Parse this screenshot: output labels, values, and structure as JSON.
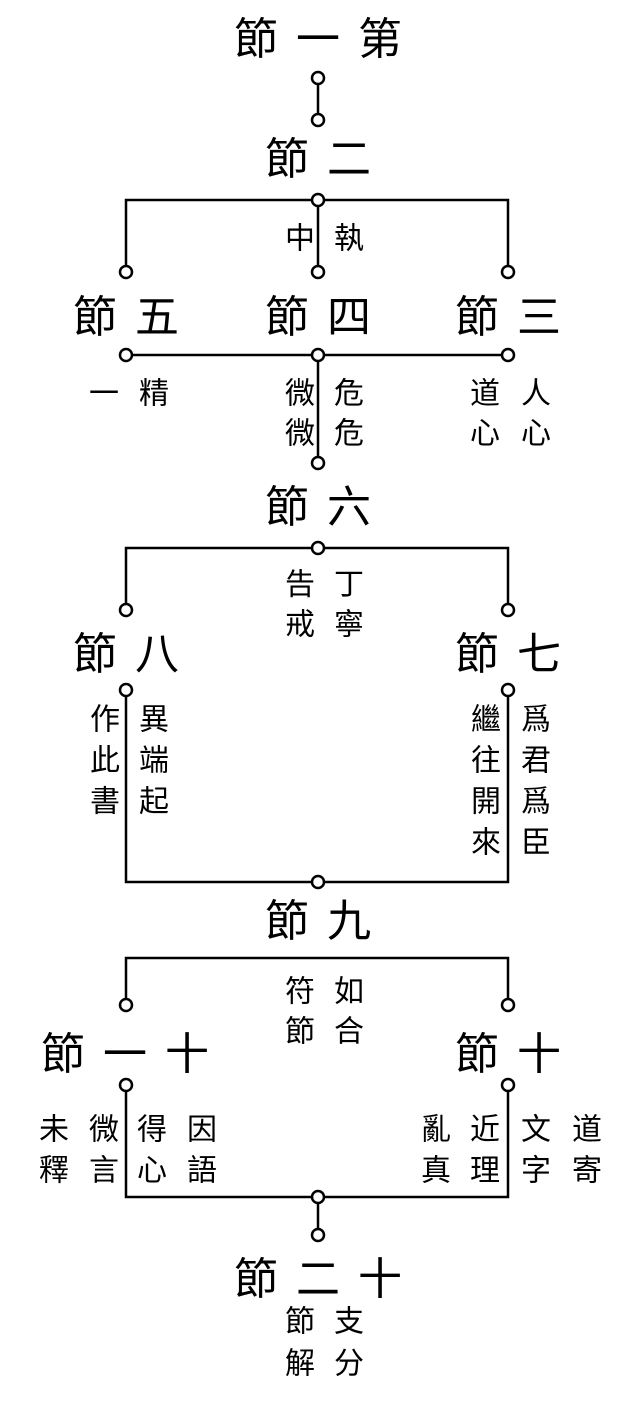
{
  "headings": {
    "s1": "節一第",
    "s2": "節二",
    "s5": "節五",
    "s4": "節四",
    "s3": "節三",
    "s6": "節六",
    "s8": "節八",
    "s7": "節七",
    "s9": "節九",
    "s11": "節一十",
    "s10": "節十",
    "s12": "節二十"
  },
  "notes": {
    "s2": [
      "中",
      "執"
    ],
    "s5": [
      "一",
      "精"
    ],
    "s4_r1": [
      "微",
      "危"
    ],
    "s4_r2": [
      "微",
      "危"
    ],
    "s3_r1": [
      "道",
      "人"
    ],
    "s3_r2": [
      "心",
      "心"
    ],
    "s6_r1": [
      "告",
      "丁"
    ],
    "s6_r2": [
      "戒",
      "寧"
    ],
    "s8": [
      "作此書",
      "異端起"
    ],
    "s7": [
      "繼往開來",
      "爲君爲臣"
    ],
    "s9_r1": [
      "符",
      "如"
    ],
    "s9_r2": [
      "節",
      "合"
    ],
    "s11": [
      "未釋",
      "微言",
      "得心",
      "因語"
    ],
    "s10": [
      "亂真",
      "近理",
      "文字",
      "道寄"
    ],
    "s12_r1": [
      "節",
      "支"
    ],
    "s12_r2": [
      "解",
      "分"
    ]
  },
  "colors": {
    "line": "#000000",
    "background": "#ffffff"
  }
}
